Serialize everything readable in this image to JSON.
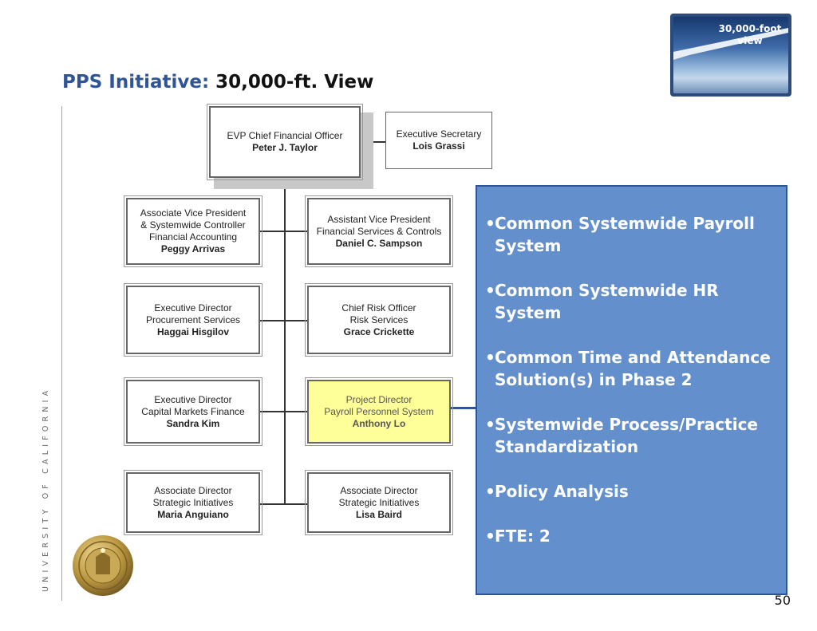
{
  "title": {
    "part1": "PPS Initiative:",
    "part2": " 30,000-ft. View"
  },
  "thumbnail": {
    "caption_line1": "30,000-foot",
    "caption_line2": "view"
  },
  "university_label": "UNIVERSITY OF CALIFORNIA",
  "org_chart": {
    "top": {
      "title": "EVP Chief Financial Officer",
      "name": "Peter J. Taylor"
    },
    "secretary": {
      "title": "Executive Secretary",
      "name": "Lois Grassi"
    },
    "left": [
      {
        "line1": "Associate Vice President",
        "line2": "& Systemwide Controller",
        "line3": "Financial Accounting",
        "name": "Peggy Arrivas"
      },
      {
        "line1": "Executive Director",
        "line2": "Procurement Services",
        "line3": "",
        "name": "Haggai Hisgilov"
      },
      {
        "line1": "Executive Director",
        "line2": "Capital Markets Finance",
        "line3": "",
        "name": "Sandra Kim"
      },
      {
        "line1": "Associate Director",
        "line2": "Strategic Initiatives",
        "line3": "",
        "name": "Maria Anguiano"
      }
    ],
    "right": [
      {
        "line1": "Assistant Vice President",
        "line2": "Financial Services & Controls",
        "name": "Daniel C. Sampson"
      },
      {
        "line1": "Chief Risk Officer",
        "line2": "Risk Services",
        "name": "Grace Crickette"
      },
      {
        "line1": "Project Director",
        "line2": "Payroll Personnel System",
        "name": "Anthony Lo"
      },
      {
        "line1": "Associate Director",
        "line2": "Strategic Initiatives",
        "name": "Lisa Baird"
      }
    ]
  },
  "bullets": [
    "Common Systemwide Payroll System",
    "Common Systemwide HR System",
    "Common Time and Attendance Solution(s) in Phase 2",
    "Systemwide Process/Practice Standardization",
    "Policy Analysis",
    "FTE: 2"
  ],
  "page_number": "50",
  "colors": {
    "title_blue": "#2f5597",
    "panel_blue": "#6390cc",
    "highlight": "#ffff99"
  }
}
